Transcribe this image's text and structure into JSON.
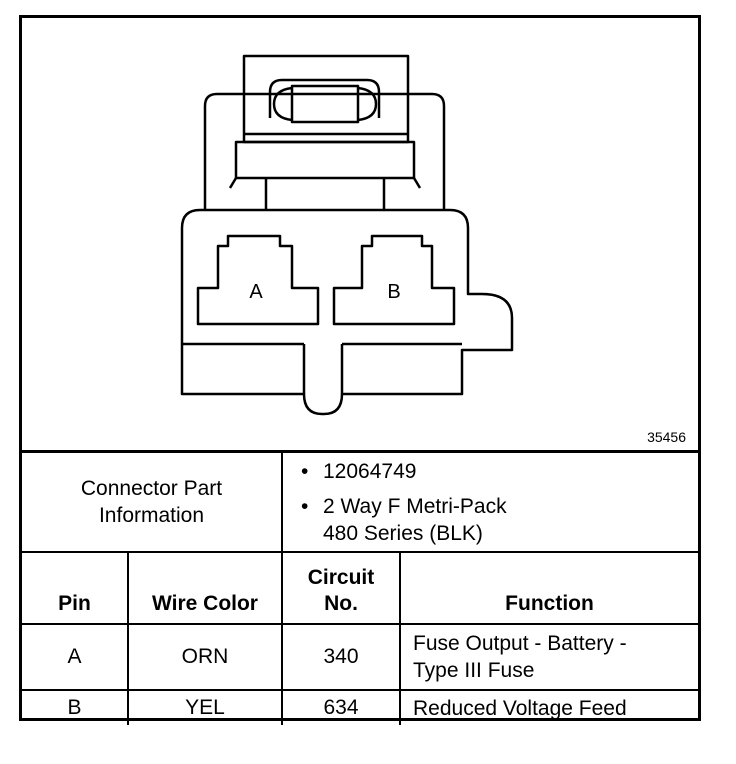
{
  "figure_number": "35456",
  "connector": {
    "pin_a_label": "A",
    "pin_b_label": "B"
  },
  "part_info": {
    "label_line1": "Connector Part",
    "label_line2": "Information",
    "bullet": "•",
    "part_number": "12064749",
    "description_line1": "2 Way F Metri-Pack",
    "description_line2": "480 Series (BLK)"
  },
  "table": {
    "headers": {
      "pin": "Pin",
      "wire_color": "Wire Color",
      "circuit_line1": "Circuit",
      "circuit_line2": "No.",
      "function": "Function"
    },
    "rows": [
      {
        "pin": "A",
        "wire_color": "ORN",
        "circuit": "340",
        "function_line1": "Fuse Output - Battery -",
        "function_line2": "Type III Fuse"
      },
      {
        "pin": "B",
        "wire_color": "YEL",
        "circuit": "634",
        "function_line1": "Reduced Voltage Feed",
        "function_line2": ""
      }
    ]
  }
}
